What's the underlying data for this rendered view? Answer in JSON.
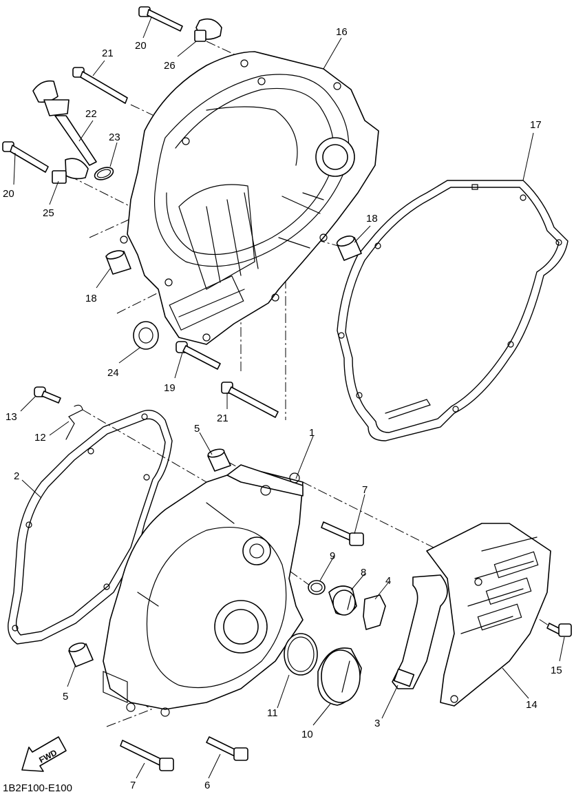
{
  "diagram_code": "1B2F100-E100",
  "direction_label": "FWD",
  "callouts": {
    "c1": "1",
    "c2": "2",
    "c3": "3",
    "c4": "4",
    "c5a": "5",
    "c5b": "5",
    "c6": "6",
    "c7a": "7",
    "c7b": "7",
    "c8": "8",
    "c9": "9",
    "c10": "10",
    "c11": "11",
    "c12": "12",
    "c13": "13",
    "c14": "14",
    "c15": "15",
    "c16": "16",
    "c17": "17",
    "c18a": "18",
    "c18b": "18",
    "c19": "19",
    "c20a": "20",
    "c20b": "20",
    "c21a": "21",
    "c21b": "21",
    "c22": "22",
    "c23": "23",
    "c24": "24",
    "c25": "25",
    "c26": "26"
  }
}
